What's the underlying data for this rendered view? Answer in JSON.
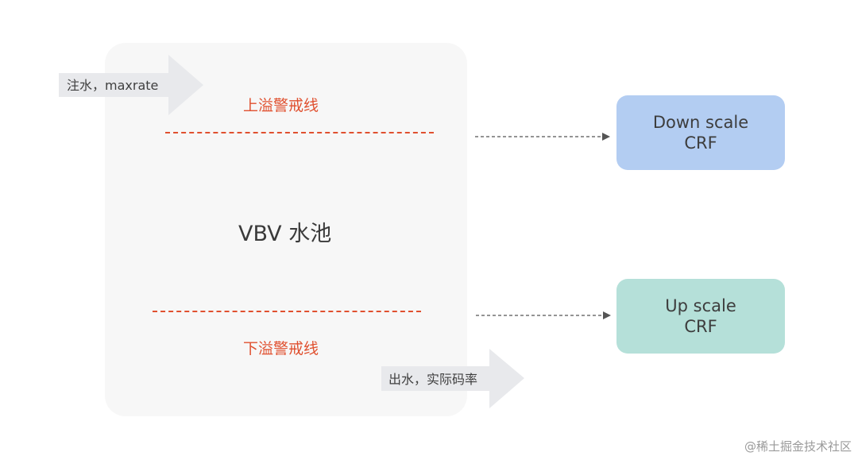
{
  "pool": {
    "title": "VBV 水池"
  },
  "inflow": {
    "label": "注水，maxrate"
  },
  "outflow": {
    "label": "出水，实际码率"
  },
  "upper_warning": {
    "label": "上溢警戒线"
  },
  "lower_warning": {
    "label": "下溢警戒线"
  },
  "down_scale_box": {
    "line1": "Down scale",
    "line2": "CRF",
    "color": "#b3cdf2"
  },
  "up_scale_box": {
    "line1": "Up scale",
    "line2": "CRF",
    "color": "#b5e0d9"
  },
  "colors": {
    "pool_background": "#f7f7f7",
    "warning": "#e0502f",
    "arrow_shape": "#e8e9ec",
    "connector": "#555555"
  },
  "watermark": {
    "text": "@稀土掘金技术社区"
  }
}
